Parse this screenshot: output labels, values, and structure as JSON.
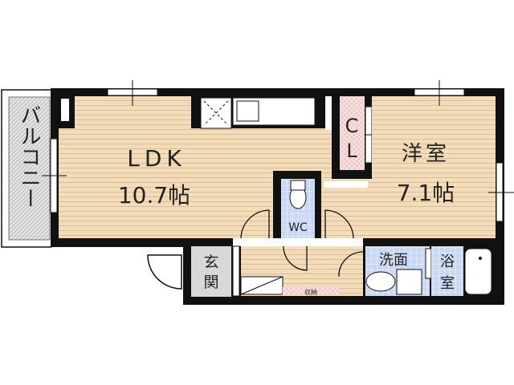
{
  "floorplan": {
    "rooms": {
      "ldk": {
        "name": "LDK",
        "size": "10.7帖"
      },
      "western": {
        "name": "洋室",
        "size": "7.1帖"
      },
      "closet": {
        "line1": "C",
        "line2": "L"
      },
      "wc": {
        "name": "WC"
      },
      "entrance": {
        "line1": "玄",
        "line2": "関"
      },
      "washroom": {
        "name": "洗面"
      },
      "bathroom": {
        "line1": "浴",
        "line2": "室"
      },
      "storage": {
        "name": "収納"
      },
      "balcony": {
        "name": "バルコニー"
      }
    },
    "colors": {
      "floor": "#f5dcb8",
      "wet_area": "#c8d8f4",
      "closet": "#f4c8c8",
      "entrance": "#d8d8d8",
      "balcony": "#cccccc",
      "wall": "#111111"
    }
  }
}
